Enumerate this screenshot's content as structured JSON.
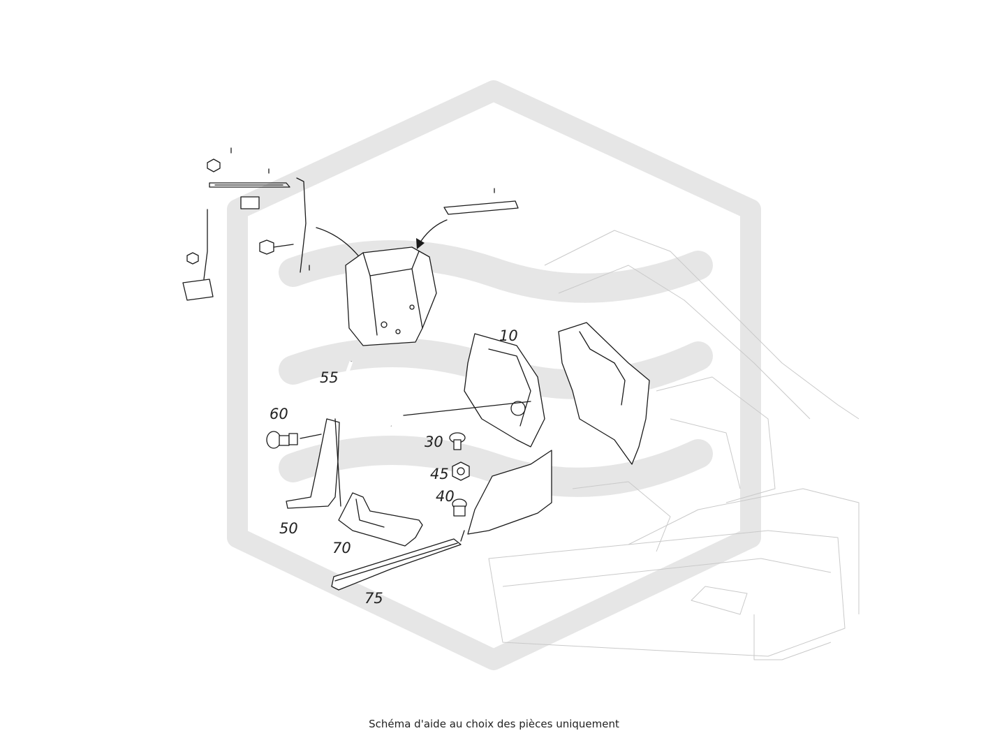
{
  "diagram": {
    "callouts": [
      {
        "id": "10",
        "label": "10"
      },
      {
        "id": "30",
        "label": "30"
      },
      {
        "id": "40",
        "label": "40"
      },
      {
        "id": "45",
        "label": "45"
      },
      {
        "id": "50",
        "label": "50"
      },
      {
        "id": "55",
        "label": "55"
      },
      {
        "id": "60",
        "label": "60"
      },
      {
        "id": "70",
        "label": "70"
      },
      {
        "id": "75",
        "label": "75"
      }
    ],
    "watermark_color": "#e6e6e6",
    "line_color": "#1a1a1a",
    "ghost_color": "#c9c9c9"
  },
  "caption": "Schéma d'aide au choix des pièces uniquement"
}
